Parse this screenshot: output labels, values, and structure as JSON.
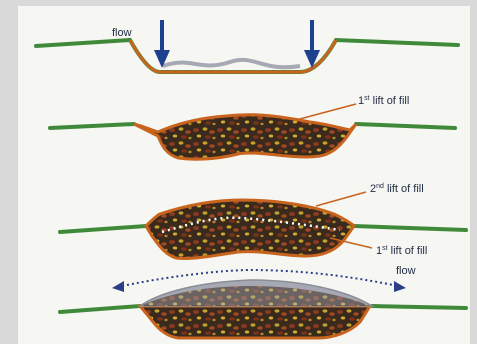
{
  "colors": {
    "background": "#d9d9d9",
    "panel": "#f6f6f2",
    "ground": "#3f8a3a",
    "trench_outline": "#c8641e",
    "fill_dark": "#3a2a1e",
    "water": "#a6a8b3",
    "arrow": "#1f3f8f",
    "flow_dots": "#2a3f88",
    "lift_line": "#ffffff"
  },
  "labels": {
    "flow_top": "flow",
    "lift1_top_ordinal": "1",
    "lift1_top_sup": "st",
    "lift1_top_text": " lift of fill",
    "lift2_ordinal": "2",
    "lift2_sup": "nd",
    "lift2_text": " lift of fill",
    "lift1_mid_ordinal": "1",
    "lift1_mid_sup": "st",
    "lift1_mid_text": " lift of fill",
    "flow_bottom": "flow"
  },
  "icons": [
    "down-arrow-icon",
    "double-headed-arrow-icon"
  ]
}
